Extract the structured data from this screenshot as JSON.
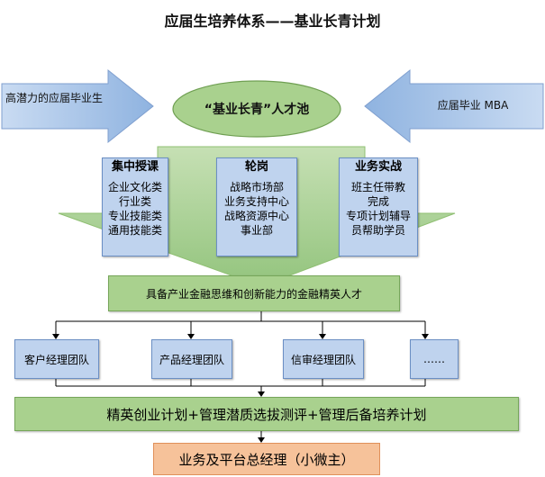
{
  "title": "应届生培养体系——基业长青计划",
  "left_arrow_text": "高潜力的应届毕业生",
  "right_arrow_text": "应届毕业 MBA",
  "pool_text": "“基业长青”人才池",
  "cards": [
    {
      "head": "集中授课",
      "items": [
        "企业文化类",
        "行业类",
        "专业技能类",
        "通用技能类"
      ]
    },
    {
      "head": "轮岗",
      "items": [
        "战略市场部",
        "业务支持中心",
        "战略资源中心",
        "事业部"
      ]
    },
    {
      "head": "业务实战",
      "items": [
        "班主任带教",
        "完成",
        "专项计划辅导",
        "员帮助学员"
      ]
    }
  ],
  "talent_bar": "具备产业金融思维和创新能力的金融精英人才",
  "teams": [
    "客户经理团队",
    "产品经理团队",
    "信审经理团队",
    "……"
  ],
  "plan_bar": "精英创业计划+管理潜质选拔测评+管理后备培养计划",
  "final_box": "业务及平台总经理（小微主）",
  "colors": {
    "blue_fill": "#bfd3ee",
    "green_fill": "#a9d18e",
    "orange_fill": "#f6c29a"
  }
}
